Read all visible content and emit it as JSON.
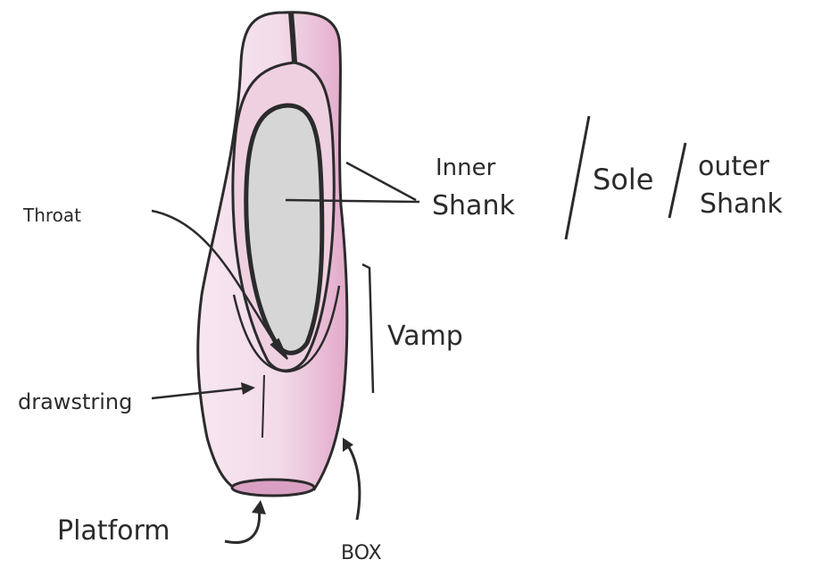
{
  "labels": {
    "inner_shank_line1": "Inner",
    "inner_shank_line2": "Shank",
    "sole": "Sole",
    "outer_shank_line1": "outer",
    "outer_shank_line2": "Shank",
    "throat": "Throat",
    "vamp": "Vamp",
    "drawstring": "drawstring",
    "platform": "Platform",
    "box": "BOX"
  },
  "colors": {
    "ink": "#2b2b2b",
    "satin_pink": "#f3dbe9",
    "satin_shadow": "#e6b3d0",
    "insole_gray": "#d6d6d6"
  }
}
